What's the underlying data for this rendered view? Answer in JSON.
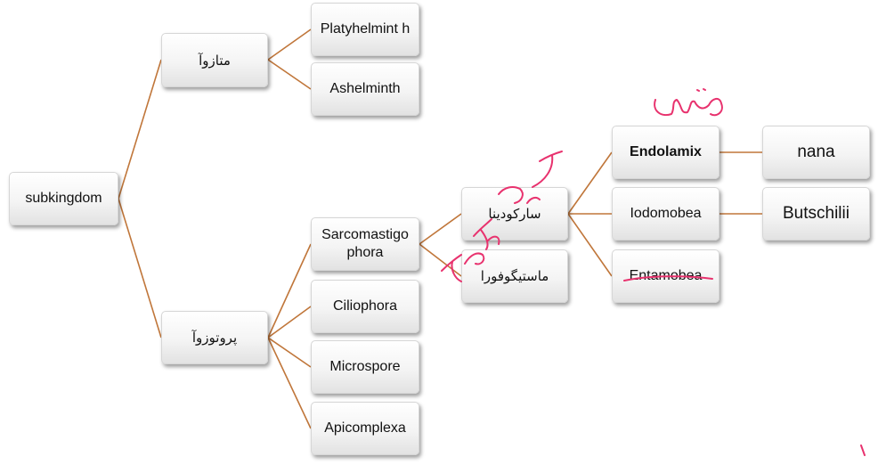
{
  "diagram": {
    "root": {
      "label": "subkingdom"
    },
    "level1": [
      {
        "label": "متازوآ"
      },
      {
        "label": "پروتوزوآ"
      }
    ],
    "metazoa_children": [
      {
        "label": "Platyhelmint h"
      },
      {
        "label": "Ashelminth"
      }
    ],
    "protozoa_children": [
      {
        "label": "Sarcomastigo phora"
      },
      {
        "label": "Ciliophora"
      },
      {
        "label": "Microspore"
      },
      {
        "label": "Apicomplexa"
      }
    ],
    "sarcomastigophora_children": [
      {
        "label": "سارکودینا"
      },
      {
        "label": "ماستیگوفورا"
      }
    ],
    "sarcodina_children": [
      {
        "label": "Endolamix"
      },
      {
        "label": "Iodomobea"
      },
      {
        "label": "Entamobea"
      }
    ],
    "species": [
      {
        "label": "nana"
      },
      {
        "label": "Butschilii"
      }
    ]
  },
  "colors": {
    "connector": "#c0763a",
    "handwriting": "#e8326e"
  }
}
